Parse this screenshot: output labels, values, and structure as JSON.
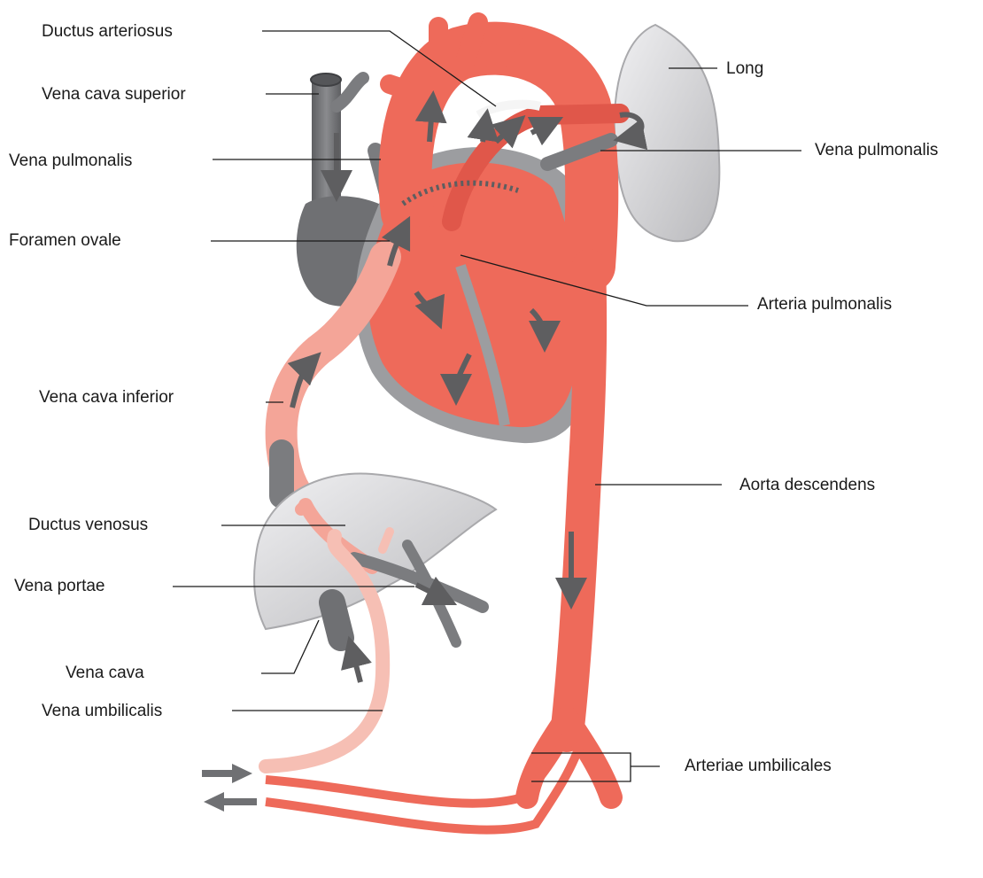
{
  "diagram": {
    "labels": {
      "ductus_arteriosus": "Ductus arteriosus",
      "vena_cava_superior": "Vena cava superior",
      "vena_pulmonalis_left": "Vena pulmonalis",
      "foramen_ovale": "Foramen ovale",
      "vena_cava_inferior": "Vena cava inferior",
      "ductus_venosus": "Ductus venosus",
      "vena_portae": "Vena portae",
      "vena_cava": "Vena cava",
      "vena_umbilicalis": "Vena umbilicalis",
      "long": "Long",
      "vena_pulmonalis_right": "Vena pulmonalis",
      "arteria_pulmonalis": "Arteria pulmonalis",
      "aorta_descendens": "Aorta descendens",
      "arteriae_umbilicales": "Arteriae umbilicales"
    },
    "colors": {
      "arterial": "#ee6a5a",
      "arterial_dark": "#e0574a",
      "mixed": "#f4a598",
      "umbilical_vein": "#f6bfb4",
      "venous": "#7b7c7f",
      "organ": "#d4d4d6",
      "flow_arrow": "#5e5e60"
    }
  }
}
